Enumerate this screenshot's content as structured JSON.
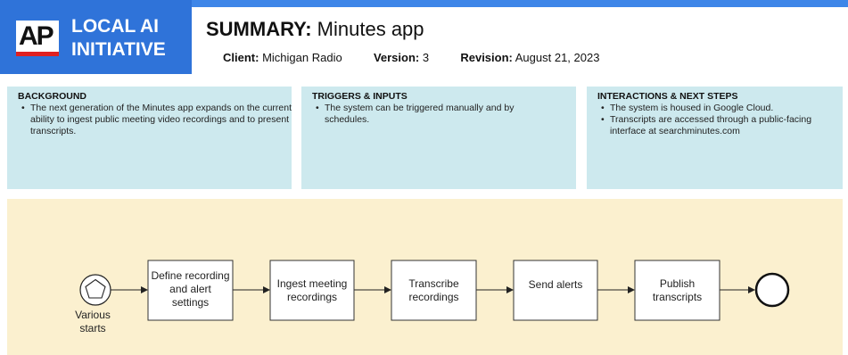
{
  "header": {
    "logo_text": "AP",
    "brand_line1": "LOCAL AI",
    "brand_line2": "INITIATIVE",
    "summary_label": "SUMMARY:",
    "summary_title": "Minutes app",
    "client_label": "Client:",
    "client_value": "Michigan Radio",
    "version_label": "Version:",
    "version_value": "3",
    "revision_label": "Revision:",
    "revision_value": "August 21, 2023"
  },
  "panels": {
    "background": {
      "title": "BACKGROUND",
      "bullets": [
        "The next generation of the Minutes app expands on the current ability to ingest public meeting video recordings and to present transcripts."
      ]
    },
    "triggers": {
      "title": "TRIGGERS & INPUTS",
      "bullets": [
        "The system can be triggered manually and by schedules."
      ]
    },
    "interactions": {
      "title": "INTERACTIONS & NEXT STEPS",
      "bullets": [
        "The system is housed in Google Cloud.",
        "Transcripts are accessed through a public-facing interface at searchminutes.com"
      ]
    }
  },
  "flow": {
    "start_label_1": "Various",
    "start_label_2": "starts",
    "steps": [
      {
        "line1": "Define recording",
        "line2": "and alert",
        "line3": "settings"
      },
      {
        "line1": "Ingest meeting",
        "line2": "recordings",
        "line3": ""
      },
      {
        "line1": "Transcribe",
        "line2": "recordings",
        "line3": ""
      },
      {
        "line1": "Send alerts",
        "line2": "",
        "line3": ""
      },
      {
        "line1": "Publish",
        "line2": "transcripts",
        "line3": ""
      }
    ]
  },
  "colors": {
    "brand_blue": "#2f73d9",
    "top_band": "#3e86e8",
    "panel_bg": "#cde9ee",
    "flow_bg": "#fbf0cf",
    "ap_red": "#e02020"
  }
}
